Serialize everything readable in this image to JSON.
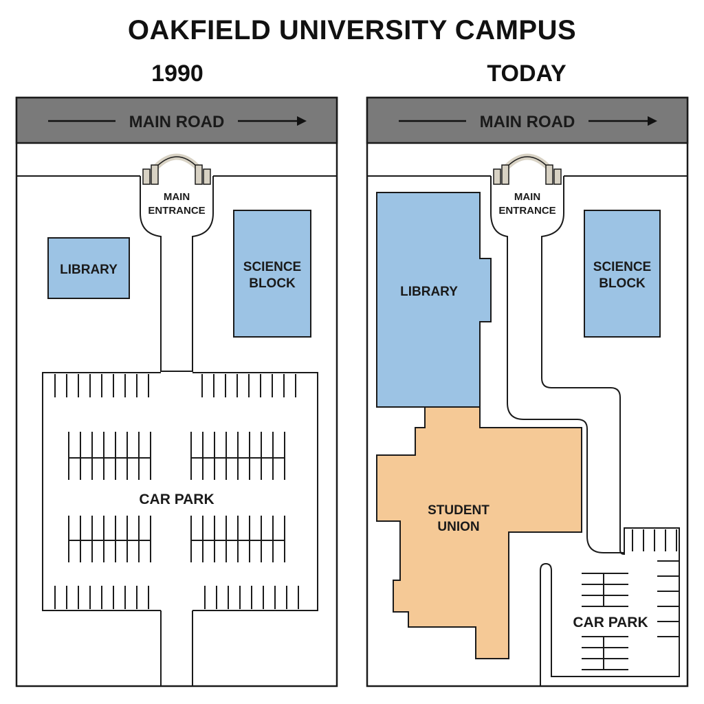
{
  "title": "OAKFIELD UNIVERSITY CAMPUS",
  "maps": {
    "before": {
      "period": "1990",
      "road": "MAIN ROAD",
      "entrance_line1": "MAIN",
      "entrance_line2": "ENTRANCE",
      "library": "LIBRARY",
      "science_line1": "SCIENCE",
      "science_line2": "BLOCK",
      "car_park": "CAR PARK"
    },
    "after": {
      "period": "TODAY",
      "road": "MAIN ROAD",
      "entrance_line1": "MAIN",
      "entrance_line2": "ENTRANCE",
      "library": "LIBRARY",
      "science_line1": "SCIENCE",
      "science_line2": "BLOCK",
      "union_line1": "STUDENT",
      "union_line2": "UNION",
      "car_park": "CAR PARK"
    }
  },
  "colors": {
    "road": "#7a7a7a",
    "building_blue": "#9cc3e4",
    "student_union": "#f5c996",
    "outline": "#1a1a1a",
    "gate": "#d8d2c4"
  }
}
